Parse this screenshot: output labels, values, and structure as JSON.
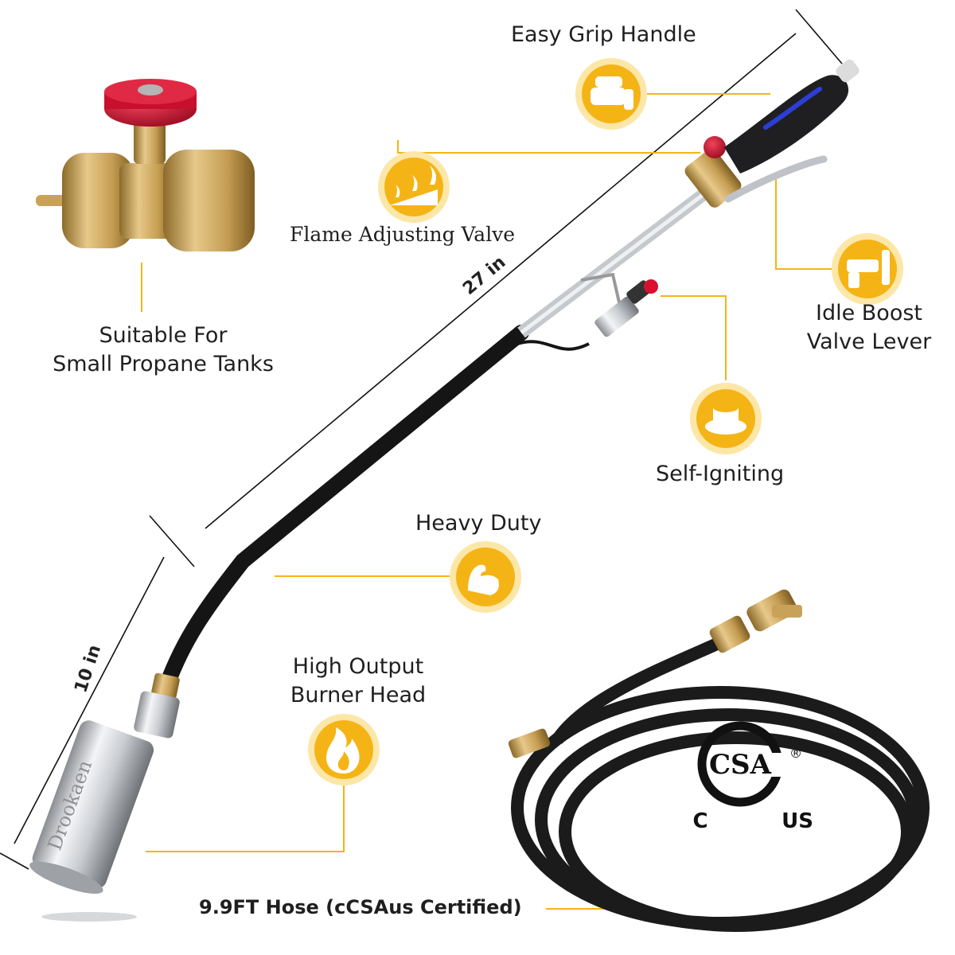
{
  "callouts": {
    "easy_grip": "Easy Grip Handle",
    "flame_valve": "Flame Adjusting Valve",
    "idle_boost_line1": "Idle Boost",
    "idle_boost_line2": "Valve Lever",
    "self_igniting": "Self-Igniting",
    "heavy_duty": "Heavy Duty",
    "burner_line1": "High Output",
    "burner_line2": "Burner Head",
    "propane_line1": "Suitable For",
    "propane_line2": "Small Propane Tanks",
    "hose": "9.9FT Hose (cCSAus Certified)"
  },
  "dimensions": {
    "length": "27 in",
    "head": "10 in"
  },
  "brand": "Drookaen",
  "certification": {
    "mark": "CSA",
    "registered": "®",
    "left": "C",
    "right": "US"
  },
  "colors": {
    "accent": "#f5b416",
    "accent_ring": "#fce7a8",
    "hose": "#1b1b1b",
    "brass": "#c9a25a",
    "knob": "#c8102e"
  },
  "icons": [
    "hand-grip-icon",
    "flame-levels-icon",
    "lever-icon",
    "igniter-button-icon",
    "strong-arm-icon",
    "flame-icon"
  ]
}
